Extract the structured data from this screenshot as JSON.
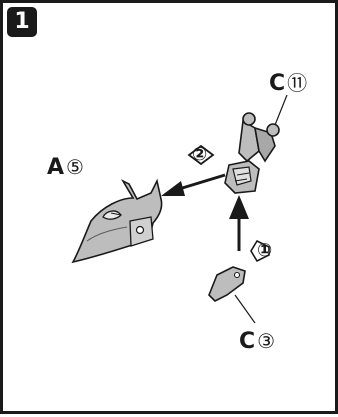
{
  "step": {
    "number": "1"
  },
  "parts": {
    "head": {
      "letter": "A",
      "number": "⑤"
    },
    "neck": {
      "letter": "C",
      "number": "⑪"
    },
    "joint": {
      "letter": "C",
      "number": "③"
    }
  },
  "arrows": {
    "first": {
      "label": "①"
    },
    "second": {
      "label": "②"
    }
  }
}
